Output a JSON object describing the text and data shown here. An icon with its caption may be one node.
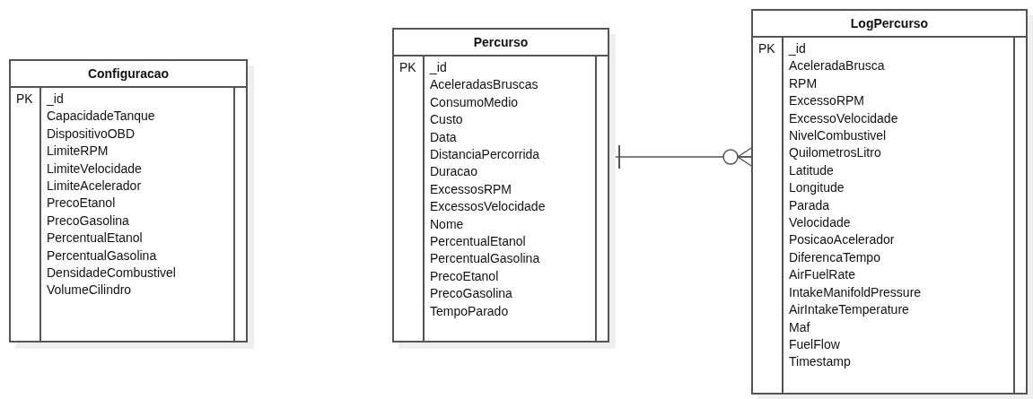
{
  "diagram": {
    "nodes": [
      {
        "text": [
          "Configuracao",
          "PK",
          "_id",
          "CapacidadeTanque",
          "DispositivoOBD",
          "LimiteRPM",
          "LimiteVelocidade",
          "LimiteAcelerador",
          "PrecoEtanol",
          "PrecoGasolina",
          "PercentualEtanol",
          "PercentualGasolina",
          "DensidadeCombustivel",
          "VolumeCilindro"
        ]
      },
      {
        "text": [
          "Percurso",
          "PK",
          "_id",
          "AceleradasBruscas",
          "ConsumoMedio",
          "Custo",
          "Data",
          "DistanciaPercorrida",
          "Duracao",
          "ExcessosRPM",
          "ExcessosVelocidade",
          "Nome",
          "PercentualEtanol",
          "PercentualGasolina",
          "PrecoEtanol",
          "PrecoGasolina",
          "TempoParado"
        ]
      },
      {
        "text": [
          "LogPercurso",
          "PK",
          "_id",
          "AceleradaBrusca",
          "RPM",
          "ExcessoRPM",
          "ExcessoVelocidade",
          "NivelCombustivel",
          "QuilometrosLitro",
          "Latitude",
          "Longitude",
          "Parada",
          "Velocidade",
          "PosicaoAcelerador",
          "DiferencaTempo",
          "AirFuelRate",
          "IntakeManifoldPressure",
          "AirIntakeTemperature",
          "Maf",
          "FuelFlow",
          "Timestamp"
        ]
      }
    ],
    "edges": [
      {
        "from": 1,
        "to": 2,
        "arrow": "other"
      }
    ]
  }
}
